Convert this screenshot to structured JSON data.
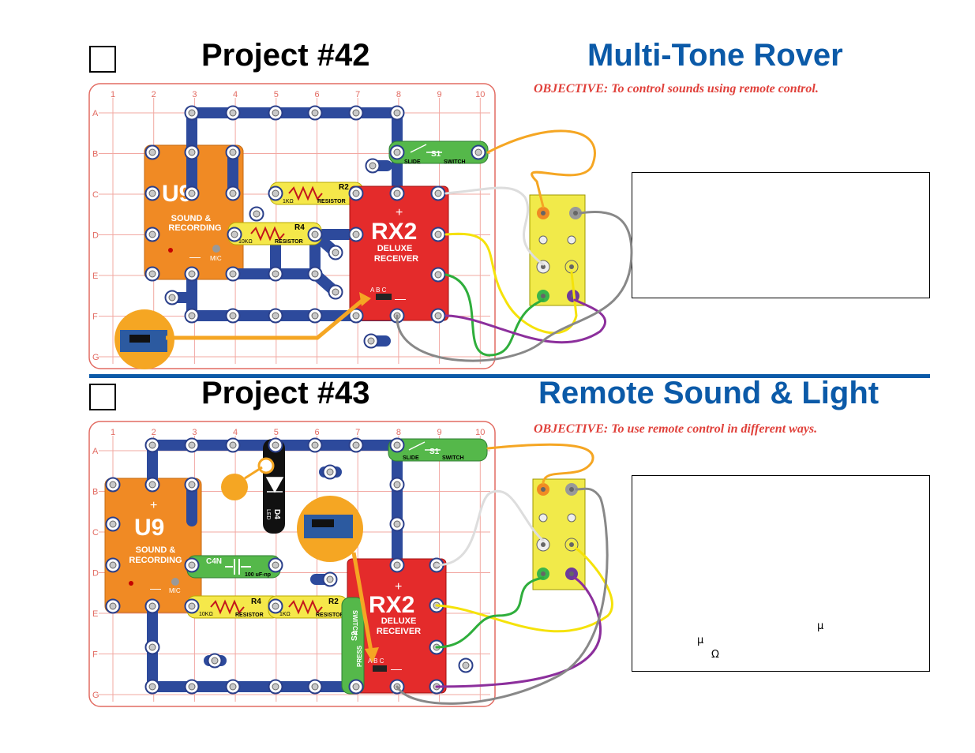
{
  "project42": {
    "number": "Project #42",
    "title": "Multi-Tone Rover",
    "objective": "OBJECTIVE:  To control sounds using remote control."
  },
  "project43": {
    "number": "Project #43",
    "title": "Remote Sound & Light",
    "objective": "OBJECTIVE:  To use remote control in different ways.",
    "symbols": {
      "mu1": "μ",
      "mu2": "μ",
      "ohm": "Ω"
    }
  },
  "grid": {
    "cols": [
      "1",
      "2",
      "3",
      "4",
      "5",
      "6",
      "7",
      "8",
      "9",
      "10"
    ],
    "rows": [
      "A",
      "B",
      "C",
      "D",
      "E",
      "F",
      "G"
    ]
  },
  "parts": {
    "u9": {
      "name": "U9",
      "label1": "SOUND &",
      "label2": "RECORDING",
      "mic": "MIC",
      "plus": "+",
      "minus": "—"
    },
    "rx2": {
      "name": "RX2",
      "label1": "DELUXE",
      "label2": "RECEIVER",
      "abc": "A B C",
      "plus": "+",
      "minus": "—"
    },
    "r2": {
      "name": "R2",
      "value": "1KΩ",
      "type": "RESISTOR"
    },
    "r4": {
      "name": "R4",
      "value": "10KΩ",
      "type": "RESISTOR"
    },
    "s1": {
      "name": "S1",
      "type1": "SLIDE",
      "type2": "SWITCH"
    },
    "s2": {
      "name": "S2",
      "type1": "PRESS",
      "type2": "SWITCH"
    },
    "d4": {
      "name": "D4",
      "type": "LED"
    },
    "c4": {
      "name": "C4N",
      "value": "100 uF-np"
    }
  },
  "colors": {
    "accent_blue": "#0b5aa8",
    "objective_red": "#e0403a",
    "board_grid": "#e8897f",
    "snap_blue": "#2d4a9c",
    "u9_orange": "#f08a24",
    "rx2_red": "#e42b2b",
    "resistor_yellow": "#f5e84a",
    "switch_green": "#55b84a",
    "highlight_orange": "#f5a623"
  }
}
